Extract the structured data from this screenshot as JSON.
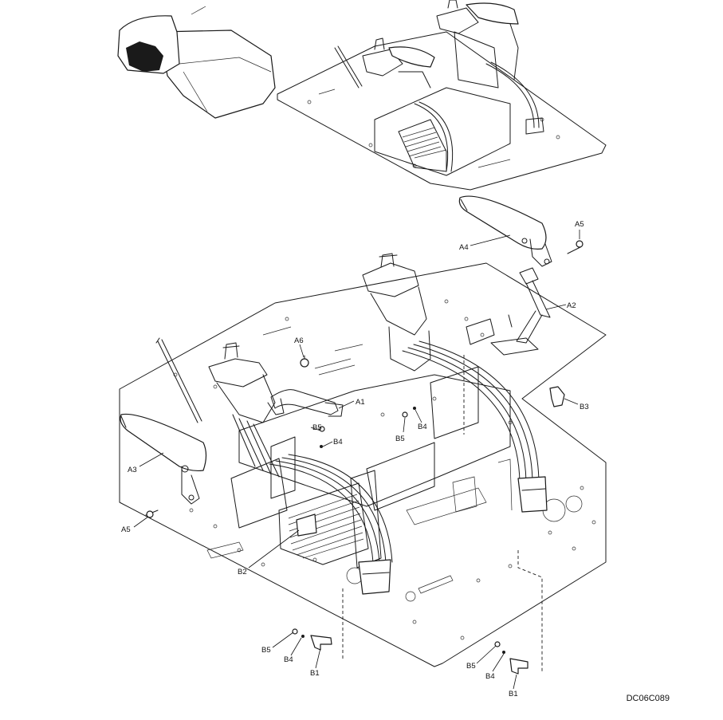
{
  "figure_code": "DC06C089",
  "callouts": {
    "a1": "A1",
    "a2": "A2",
    "a3": "A3",
    "a4": "A4",
    "a5": "A5",
    "a6": "A6",
    "b1": "B1",
    "b2": "B2",
    "b3": "B3",
    "b4": "B4",
    "b5": "B5"
  }
}
